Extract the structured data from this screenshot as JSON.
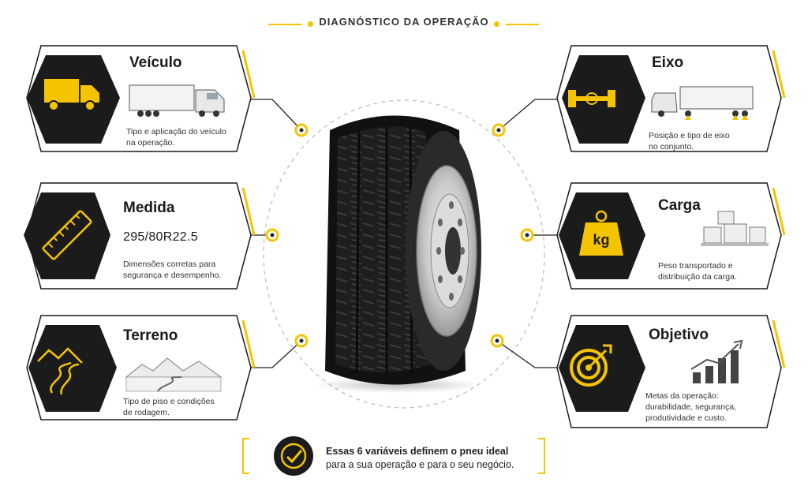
{
  "header": {
    "title": "DIAGNÓSTICO DA OPERAÇÃO"
  },
  "cards": {
    "veiculo": {
      "title": "Veículo",
      "description_line1": "Tipo e aplicação do veículo",
      "description_line2": "na operação.",
      "icon": "truck-icon"
    },
    "medida": {
      "title": "Medida",
      "value": "295/80R22.5",
      "description_line1": "Dimensões corretas para",
      "description_line2": "segurança e desempenho.",
      "icon": "ruler-icon"
    },
    "terreno": {
      "title": "Terreno",
      "description_line1": "Tipo de piso e condições",
      "description_line2": "de rodagem.",
      "icon": "road-icon"
    },
    "eixo": {
      "title": "Eixo",
      "description_line1": "Posição e tipo de eixo",
      "description_line2": "no conjunto.",
      "icon": "axle-icon"
    },
    "carga": {
      "title": "Carga",
      "description_line1": "Peso transportado e",
      "description_line2": "distribuição da carga.",
      "icon": "weight-icon",
      "icon_text": "kg"
    },
    "objetivo": {
      "title": "Objetivo",
      "description_line1": "Metas da operação:",
      "description_line2": "durabilidade, segurança,",
      "description_line3": "produtividade e custo.",
      "icon": "target-icon"
    }
  },
  "footer": {
    "line1": "Essas 6 variáveis definem o pneu ideal",
    "line2": "para a sua operação e para o seu negócio.",
    "icon": "check-circle-icon"
  },
  "colors": {
    "accent": "#f5c400",
    "dark": "#1b1b1b",
    "line": "#222222"
  }
}
